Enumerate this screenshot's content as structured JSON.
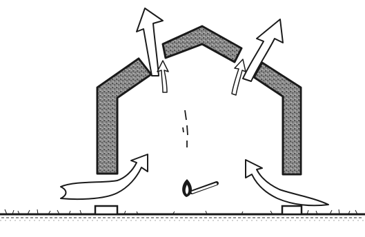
{
  "illustration": {
    "colors": {
      "ink": "#1a1a1a",
      "wall_fill": "#6e6e6e",
      "paper": "#ffffff",
      "flame": "#1a1a1a"
    },
    "elements": [
      "left-wall",
      "right-wall",
      "roof-ridge-panel",
      "ground-line",
      "left-footing",
      "right-footing",
      "match-flame",
      "rising-heat-dashes",
      "inflow-arrow-left",
      "inflow-arrow-right",
      "outflow-arrow-left",
      "outflow-arrow-right",
      "vent-arrow-left",
      "vent-arrow-right"
    ]
  }
}
